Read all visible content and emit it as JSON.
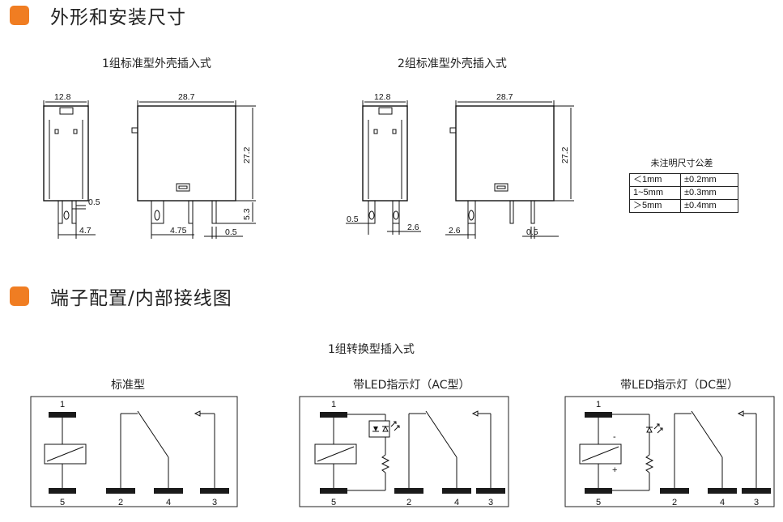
{
  "colors": {
    "accent": "#f07d22",
    "line": "#111111",
    "terminal": "#1a1a1a"
  },
  "sections": {
    "outline": {
      "title": "外形和安装尺寸"
    },
    "wiring": {
      "title": "端子配置/内部接线图"
    }
  },
  "outline": {
    "type1_title": "1组标准型外壳插入式",
    "type2_title": "2组标准型外壳插入式",
    "type1": {
      "width_side": "12.8",
      "width_front": "28.7",
      "height": "27.2",
      "pin_len": "5.3",
      "pin_pitch_a": "4.7",
      "pin_pitch_b": "4.75",
      "pin_thk_a": "0.5",
      "pin_thk_b": "0.5"
    },
    "type2": {
      "width_side": "12.8",
      "width_front": "28.7",
      "height": "27.2",
      "pin_thk_a": "0.5",
      "pin_pitch_a": "2.6",
      "pin_pitch_b": "2.6",
      "pin_thk_b": "0.5"
    }
  },
  "tolerance": {
    "title": "未注明尺寸公差",
    "rows": [
      {
        "range": "＜1mm",
        "value": "±0.2mm"
      },
      {
        "range": "1~5mm",
        "value": "±0.3mm"
      },
      {
        "range": "＞5mm",
        "value": "±0.4mm"
      }
    ]
  },
  "wiring": {
    "subtitle": "1组转换型插入式",
    "panels": [
      {
        "title": "标准型",
        "coil_top": "1",
        "coil_bottom": "5",
        "pins": [
          "2",
          "4",
          "3"
        ]
      },
      {
        "title": "带LED指示灯（AC型）",
        "coil_top": "1",
        "coil_bottom": "5",
        "pins": [
          "2",
          "4",
          "3"
        ]
      },
      {
        "title": "带LED指示灯（DC型）",
        "coil_top": "1",
        "coil_bottom": "5",
        "pins": [
          "2",
          "4",
          "3"
        ],
        "minus": "-",
        "plus": "+"
      }
    ]
  }
}
